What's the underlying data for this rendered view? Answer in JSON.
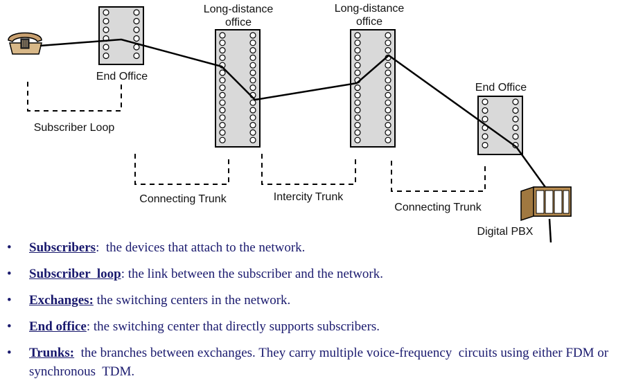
{
  "diagram": {
    "labels": {
      "end_office_1": "End Office",
      "subscriber_loop": "Subscriber Loop",
      "ld_office_1": [
        "Long-distance",
        "office"
      ],
      "ld_office_2": [
        "Long-distance",
        "office"
      ],
      "connecting_trunk_1": "Connecting Trunk",
      "intercity_trunk": "Intercity Trunk",
      "connecting_trunk_2": "Connecting Trunk",
      "end_office_2": "End Office",
      "digital_pbx": "Digital PBX"
    },
    "icons": [
      "telephone-icon",
      "digital-pbx-icon"
    ],
    "colors": {
      "office_fill": "#d9d9d9",
      "line": "#000000",
      "pbx": "#a07840"
    }
  },
  "bullets": [
    {
      "term": "Subscribers",
      "sep": ":",
      "text": "  the devices that attach to the network."
    },
    {
      "term": "Subscriber  loop",
      "sep": ":",
      "text": " the link between the subscriber and the network."
    },
    {
      "term": "Exchanges:",
      "sep": "",
      "text": " the switching centers in the network."
    },
    {
      "term": "End office",
      "sep": ":",
      "text": " the switching center that directly supports subscribers."
    },
    {
      "term": "Trunks:",
      "sep": "",
      "text": "  the branches between exchanges. They carry multiple voice-frequency  circuits using either FDM or synchronous  TDM."
    }
  ],
  "text_color": "#1a1a6e"
}
